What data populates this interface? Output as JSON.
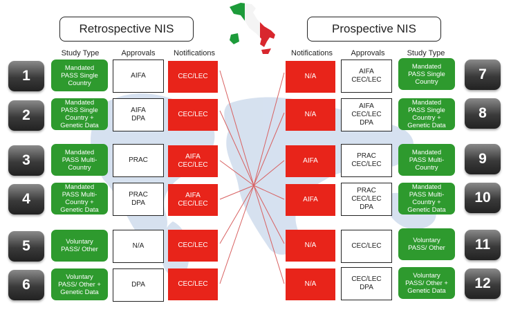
{
  "headers": {
    "retrospective": "Retrospective NIS",
    "prospective": "Prospective NIS"
  },
  "columns": {
    "left": {
      "study_type": "Study Type",
      "approvals": "Approvals",
      "notifications": "Notifications"
    },
    "right": {
      "notifications": "Notifications",
      "approvals": "Approvals",
      "study_type": "Study Type"
    }
  },
  "rows": [
    {
      "num": "1",
      "study": "Mandated\nPASS Single\nCountry",
      "approvals": "AIFA",
      "notifications": "CEC/LEC"
    },
    {
      "num": "2",
      "study": "Mandated\nPASS Single\nCountry +\nGenetic Data",
      "approvals": "AIFA\nDPA",
      "notifications": "CEC/LEC"
    },
    {
      "num": "3",
      "study": "Mandated\nPASS Multi-\nCountry",
      "approvals": "PRAC",
      "notifications": "AIFA\nCEC/LEC"
    },
    {
      "num": "4",
      "study": "Mandated\nPASS Multi-\nCountry +\nGenetic Data",
      "approvals": "PRAC\nDPA",
      "notifications": "AIFA\nCEC/LEC"
    },
    {
      "num": "5",
      "study": "Voluntary\nPASS/ Other",
      "approvals": "N/A",
      "notifications": "CEC/LEC"
    },
    {
      "num": "6",
      "study": "Voluntary\nPASS/ Other +\nGenetic Data",
      "approvals": "DPA",
      "notifications": "CEC/LEC"
    },
    {
      "num": "7",
      "study": "Mandated\nPASS Single\nCountry",
      "approvals": "AIFA\nCEC/LEC",
      "notifications": "N/A"
    },
    {
      "num": "8",
      "study": "Mandated\nPASS Single\nCountry +\nGenetic Data",
      "approvals": "AIFA\nCEC/LEC\nDPA",
      "notifications": "N/A"
    },
    {
      "num": "9",
      "study": "Mandated\nPASS Multi-\nCountry",
      "approvals": "PRAC\nCEC/LEC",
      "notifications": "AIFA"
    },
    {
      "num": "10",
      "study": "Mandated\nPASS Multi-\nCountry +\nGenetic Data",
      "approvals": "PRAC\nCEC/LEC\nDPA",
      "notifications": "AIFA"
    },
    {
      "num": "11",
      "study": "Voluntary\nPASS/ Other",
      "approvals": "CEC/LEC",
      "notifications": "N/A"
    },
    {
      "num": "12",
      "study": "Voluntary\nPASS/ Other +\nGenetic Data",
      "approvals": "CEC/LEC\nDPA",
      "notifications": "N/A"
    }
  ],
  "colors": {
    "green": "#2e9a2e",
    "red": "#e8241a",
    "map": "#c9d7ea",
    "dark": "#333333"
  },
  "icons": {
    "flag": "italy-flag-map-icon",
    "background": "world-map-icon"
  }
}
